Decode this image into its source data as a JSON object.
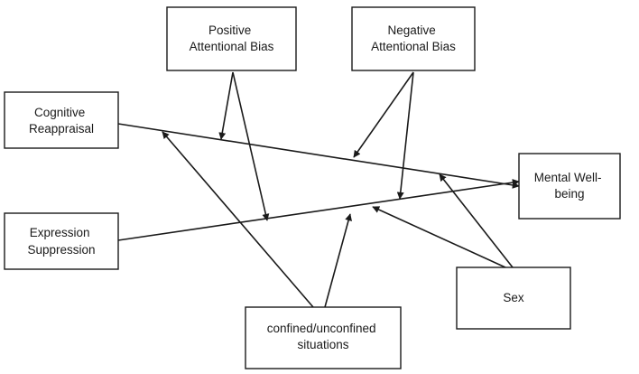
{
  "nodes": {
    "positive_attentional_bias": {
      "lines": [
        "Positive",
        "Attentional Bias"
      ]
    },
    "negative_attentional_bias": {
      "lines": [
        "Negative",
        "Attentional Bias"
      ]
    },
    "cognitive_reappraisal": {
      "lines": [
        "Cognitive",
        "Reappraisal"
      ]
    },
    "expression_suppression": {
      "lines": [
        "Expression",
        "Suppression"
      ]
    },
    "mental_wellbeing": {
      "lines": [
        "Mental Well-",
        "being"
      ]
    },
    "sex": {
      "lines": [
        "Sex"
      ]
    },
    "situations": {
      "lines": [
        "confined/unconfined",
        "situations"
      ]
    }
  },
  "edges": [
    {
      "from": "cognitive_reappraisal",
      "to": "mental_wellbeing",
      "type": "direct-path"
    },
    {
      "from": "expression_suppression",
      "to": "mental_wellbeing",
      "type": "direct-path"
    },
    {
      "from": "positive_attentional_bias",
      "to": "cognitive_reappraisal-path",
      "type": "moderation"
    },
    {
      "from": "positive_attentional_bias",
      "to": "expression_suppression-path",
      "type": "moderation"
    },
    {
      "from": "negative_attentional_bias",
      "to": "cognitive_reappraisal-path",
      "type": "moderation"
    },
    {
      "from": "negative_attentional_bias",
      "to": "expression_suppression-path",
      "type": "moderation"
    },
    {
      "from": "situations",
      "to": "cognitive_reappraisal-path",
      "type": "moderation"
    },
    {
      "from": "situations",
      "to": "expression_suppression-path",
      "type": "moderation"
    },
    {
      "from": "sex",
      "to": "cognitive_reappraisal-path",
      "type": "moderation"
    },
    {
      "from": "sex",
      "to": "expression_suppression-path",
      "type": "moderation"
    }
  ]
}
